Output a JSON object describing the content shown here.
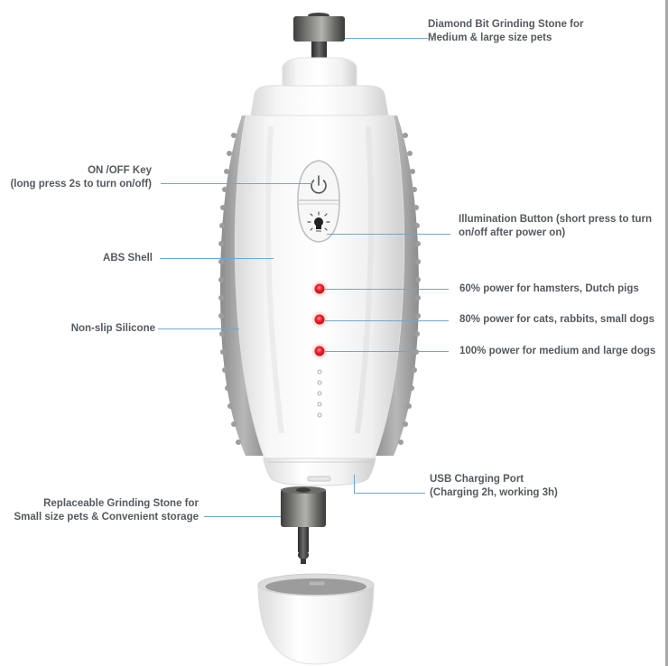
{
  "product": {
    "type": "pet nail grinder diagram",
    "colors": {
      "shell": "#f4f4f4",
      "silicone": "#9a9a9a",
      "stone": "#5b5b58",
      "led": "#e8212a",
      "leader_line": "#6fa8cf",
      "label_text": "#555a5f",
      "border": "#a8a8a8"
    }
  },
  "callouts": {
    "diamond_bit": {
      "line1": "Diamond Bit Grinding Stone for",
      "line2": "Medium & large size pets"
    },
    "on_off": {
      "line1": "ON /OFF Key",
      "line2": "(long press 2s to turn on/off)"
    },
    "illumination": {
      "line1": "Illumination Button (short press to turn",
      "line2": "on/off after power on)"
    },
    "abs_shell": {
      "line1": "ABS Shell"
    },
    "power_60": {
      "line1": "60% power for hamsters, Dutch pigs"
    },
    "power_80": {
      "line1": "80% power for cats, rabbits, small dogs"
    },
    "power_100": {
      "line1": "100% power for medium and large dogs"
    },
    "non_slip": {
      "line1": "Non-slip Silicone"
    },
    "usb": {
      "line1": "USB Charging Port",
      "line2": "(Charging 2h, working 3h)"
    },
    "replaceable": {
      "line1": "Replaceable Grinding Stone for",
      "line2": "Small size pets & Convenient storage"
    }
  },
  "icons": {
    "power_button": "power-icon",
    "light_button": "lightbulb-icon"
  }
}
